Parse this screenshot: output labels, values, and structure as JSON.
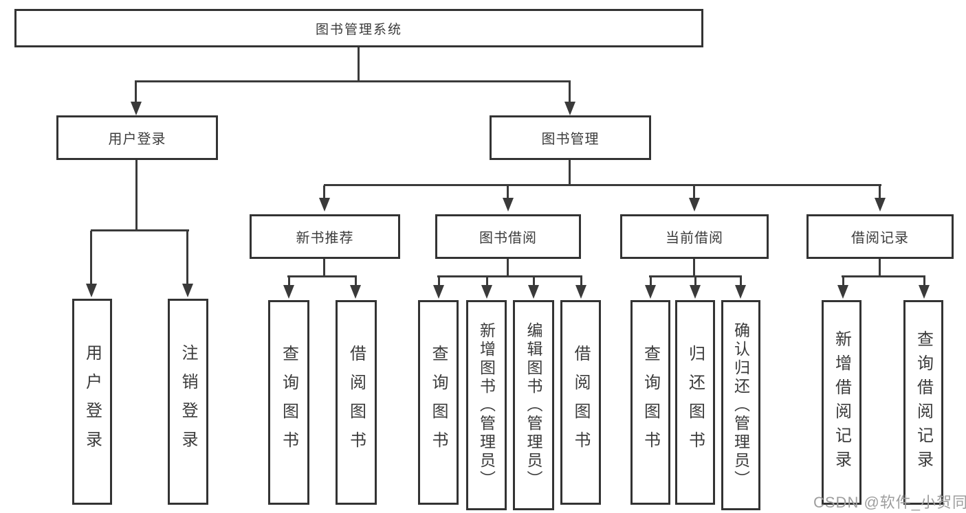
{
  "diagram": {
    "root": "图书管理系统",
    "level2": {
      "user_login": "用户登录",
      "book_mgmt": "图书管理"
    },
    "level3": {
      "new_book": "新书推荐",
      "book_borrow": "图书借阅",
      "current_borrow": "当前借阅",
      "borrow_record": "借阅记录"
    },
    "leaves": {
      "user_login": [
        "用户登录",
        "注销登录"
      ],
      "new_book": [
        "查询图书",
        "借阅图书"
      ],
      "book_borrow": [
        "查询图书",
        "新增图书（管理员）",
        "编辑图书（管理员）",
        "借阅图书"
      ],
      "current_borrow": [
        "查询图书",
        "归还图书",
        "确认归还（管理员）"
      ],
      "borrow_record": [
        "新增借阅记录",
        "查询借阅记录"
      ]
    }
  },
  "watermark": "CSDN @软件_小贺同学",
  "colors": {
    "line": "#3a3a3a",
    "box_border": "#333333",
    "text": "#3b3b3b",
    "watermark": "#9e9e9e",
    "background": "#ffffff"
  }
}
